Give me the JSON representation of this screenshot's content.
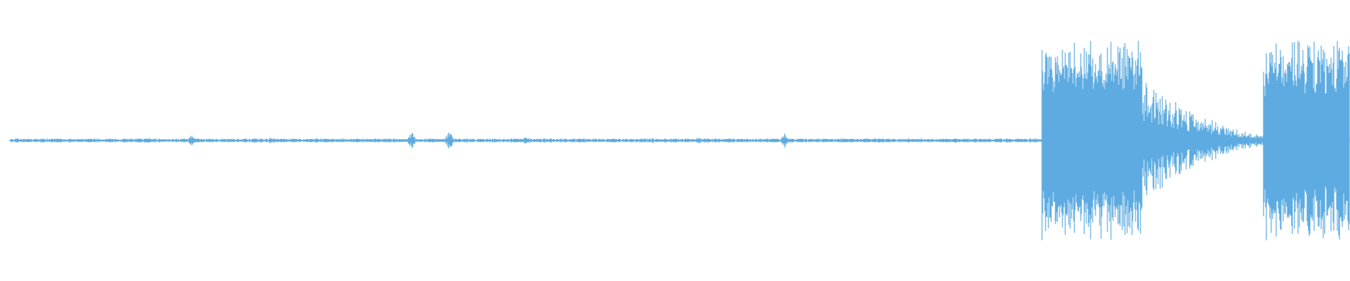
{
  "waveform": {
    "color": "#5dabe0",
    "baseline_level": 0.02,
    "segments": [
      {
        "from": 0.0,
        "to": 0.77,
        "shape": "quiet",
        "level": 0.02
      },
      {
        "from": 0.77,
        "to": 0.845,
        "shape": "loud",
        "level": 0.95
      },
      {
        "from": 0.845,
        "to": 0.935,
        "shape": "decay",
        "level_start": 0.55,
        "level_end": 0.06
      },
      {
        "from": 0.935,
        "to": 1.0,
        "shape": "loud",
        "level": 0.95
      }
    ],
    "blips": [
      {
        "at": 0.136,
        "level": 0.06
      },
      {
        "at": 0.195,
        "level": 0.04
      },
      {
        "at": 0.231,
        "level": 0.03
      },
      {
        "at": 0.3,
        "level": 0.1
      },
      {
        "at": 0.328,
        "level": 0.1
      },
      {
        "at": 0.385,
        "level": 0.05
      },
      {
        "at": 0.48,
        "level": 0.03
      },
      {
        "at": 0.514,
        "level": 0.04
      },
      {
        "at": 0.578,
        "level": 0.08
      },
      {
        "at": 0.65,
        "level": 0.04
      },
      {
        "at": 0.706,
        "level": 0.03
      }
    ]
  }
}
